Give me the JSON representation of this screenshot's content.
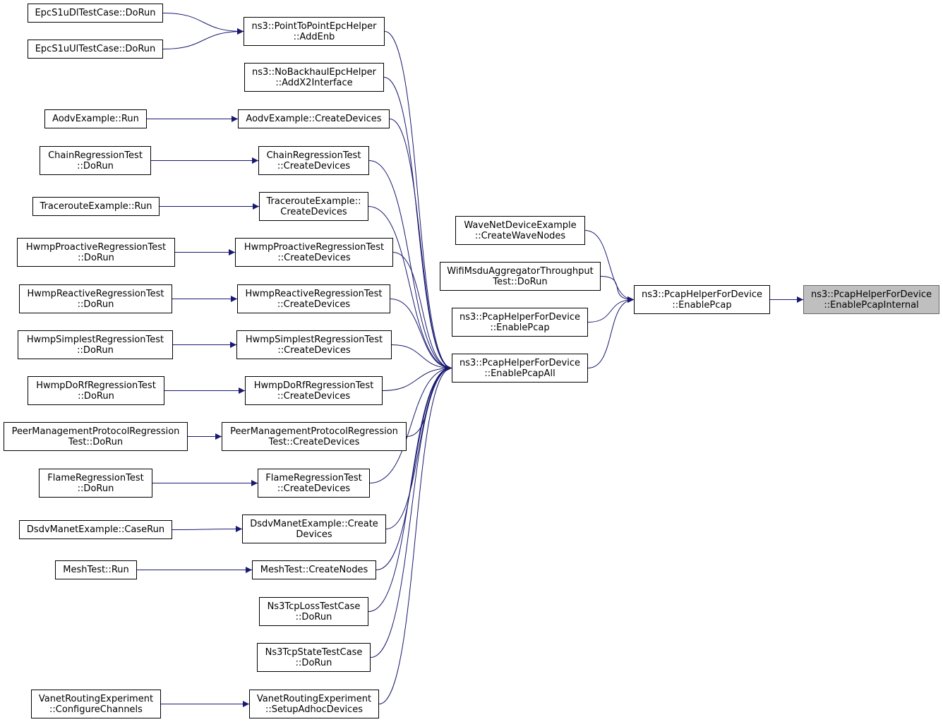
{
  "colors": {
    "edge": "#191970",
    "node_border": "#000000",
    "node_fill": "#ffffff",
    "root_fill": "#bfbfbf",
    "root_border": "#666666"
  },
  "nodes": {
    "root": {
      "lines": [
        "ns3::PcapHelperForDevice",
        "::EnablePcapInternal"
      ]
    },
    "enablePcap": {
      "lines": [
        "ns3::PcapHelperForDevice",
        "::EnablePcap"
      ]
    },
    "waveNodes": {
      "lines": [
        "WaveNetDeviceExample",
        "::CreateWaveNodes"
      ]
    },
    "wifiMsdu": {
      "lines": [
        "WifiMsduAggregatorThroughput",
        "Test::DoRun"
      ]
    },
    "enablePcap2": {
      "lines": [
        "ns3::PcapHelperForDevice",
        "::EnablePcap"
      ]
    },
    "enableAll": {
      "lines": [
        "ns3::PcapHelperForDevice",
        "::EnablePcapAll"
      ]
    },
    "addEnb": {
      "lines": [
        "ns3::PointToPointEpcHelper",
        "::AddEnb"
      ]
    },
    "addX2": {
      "lines": [
        "ns3::NoBackhaulEpcHelper",
        "::AddX2Interface"
      ]
    },
    "aodvCreate": {
      "lines": [
        "AodvExample::CreateDevices"
      ]
    },
    "chainCreate": {
      "lines": [
        "ChainRegressionTest",
        "::CreateDevices"
      ]
    },
    "traceCreate": {
      "lines": [
        "TracerouteExample::",
        "CreateDevices"
      ]
    },
    "hpCreate": {
      "lines": [
        "HwmpProactiveRegressionTest",
        "::CreateDevices"
      ]
    },
    "hrCreate": {
      "lines": [
        "HwmpReactiveRegressionTest",
        "::CreateDevices"
      ]
    },
    "hsCreate": {
      "lines": [
        "HwmpSimplestRegressionTest",
        "::CreateDevices"
      ]
    },
    "hdCreate": {
      "lines": [
        "HwmpDoRfRegressionTest",
        "::CreateDevices"
      ]
    },
    "pmCreate": {
      "lines": [
        "PeerManagementProtocolRegression",
        "Test::CreateDevices"
      ]
    },
    "flameCreate": {
      "lines": [
        "FlameRegressionTest",
        "::CreateDevices"
      ]
    },
    "dsdvCreate": {
      "lines": [
        "DsdvManetExample::Create",
        "Devices"
      ]
    },
    "meshCreate": {
      "lines": [
        "MeshTest::CreateNodes"
      ]
    },
    "tcpLoss": {
      "lines": [
        "Ns3TcpLossTestCase",
        "::DoRun"
      ]
    },
    "tcpState": {
      "lines": [
        "Ns3TcpStateTestCase",
        "::DoRun"
      ]
    },
    "vanetSetup": {
      "lines": [
        "VanetRoutingExperiment",
        "::SetupAdhocDevices"
      ]
    },
    "s1uDl": {
      "lines": [
        "EpcS1uDlTestCase::DoRun"
      ]
    },
    "s1uUl": {
      "lines": [
        "EpcS1uUlTestCase::DoRun"
      ]
    },
    "aodvRun": {
      "lines": [
        "AodvExample::Run"
      ]
    },
    "chainRun": {
      "lines": [
        "ChainRegressionTest",
        "::DoRun"
      ]
    },
    "traceRun": {
      "lines": [
        "TracerouteExample::Run"
      ]
    },
    "hpRun": {
      "lines": [
        "HwmpProactiveRegressionTest",
        "::DoRun"
      ]
    },
    "hrRun": {
      "lines": [
        "HwmpReactiveRegressionTest",
        "::DoRun"
      ]
    },
    "hsRun": {
      "lines": [
        "HwmpSimplestRegressionTest",
        "::DoRun"
      ]
    },
    "hdRun": {
      "lines": [
        "HwmpDoRfRegressionTest",
        "::DoRun"
      ]
    },
    "pmRun": {
      "lines": [
        "PeerManagementProtocolRegression",
        "Test::DoRun"
      ]
    },
    "flameRun": {
      "lines": [
        "FlameRegressionTest",
        "::DoRun"
      ]
    },
    "dsdvRun": {
      "lines": [
        "DsdvManetExample::CaseRun"
      ]
    },
    "meshRun": {
      "lines": [
        "MeshTest::Run"
      ]
    },
    "vanetConf": {
      "lines": [
        "VanetRoutingExperiment",
        "::ConfigureChannels"
      ]
    }
  },
  "edges": [
    [
      "enablePcap",
      "root"
    ],
    [
      "waveNodes",
      "enablePcap"
    ],
    [
      "wifiMsdu",
      "enablePcap"
    ],
    [
      "enablePcap2",
      "enablePcap"
    ],
    [
      "enableAll",
      "enablePcap"
    ],
    [
      "addEnb",
      "enableAll"
    ],
    [
      "addX2",
      "enableAll"
    ],
    [
      "aodvCreate",
      "enableAll"
    ],
    [
      "chainCreate",
      "enableAll"
    ],
    [
      "traceCreate",
      "enableAll"
    ],
    [
      "hpCreate",
      "enableAll"
    ],
    [
      "hrCreate",
      "enableAll"
    ],
    [
      "hsCreate",
      "enableAll"
    ],
    [
      "hdCreate",
      "enableAll"
    ],
    [
      "pmCreate",
      "enableAll"
    ],
    [
      "flameCreate",
      "enableAll"
    ],
    [
      "dsdvCreate",
      "enableAll"
    ],
    [
      "meshCreate",
      "enableAll"
    ],
    [
      "tcpLoss",
      "enableAll"
    ],
    [
      "tcpState",
      "enableAll"
    ],
    [
      "vanetSetup",
      "enableAll"
    ],
    [
      "s1uDl",
      "addEnb"
    ],
    [
      "s1uUl",
      "addEnb"
    ],
    [
      "aodvRun",
      "aodvCreate"
    ],
    [
      "chainRun",
      "chainCreate"
    ],
    [
      "traceRun",
      "traceCreate"
    ],
    [
      "hpRun",
      "hpCreate"
    ],
    [
      "hrRun",
      "hrCreate"
    ],
    [
      "hsRun",
      "hsCreate"
    ],
    [
      "hdRun",
      "hdCreate"
    ],
    [
      "pmRun",
      "pmCreate"
    ],
    [
      "flameRun",
      "flameCreate"
    ],
    [
      "dsdvRun",
      "dsdvCreate"
    ],
    [
      "meshRun",
      "meshCreate"
    ],
    [
      "vanetConf",
      "vanetSetup"
    ]
  ]
}
